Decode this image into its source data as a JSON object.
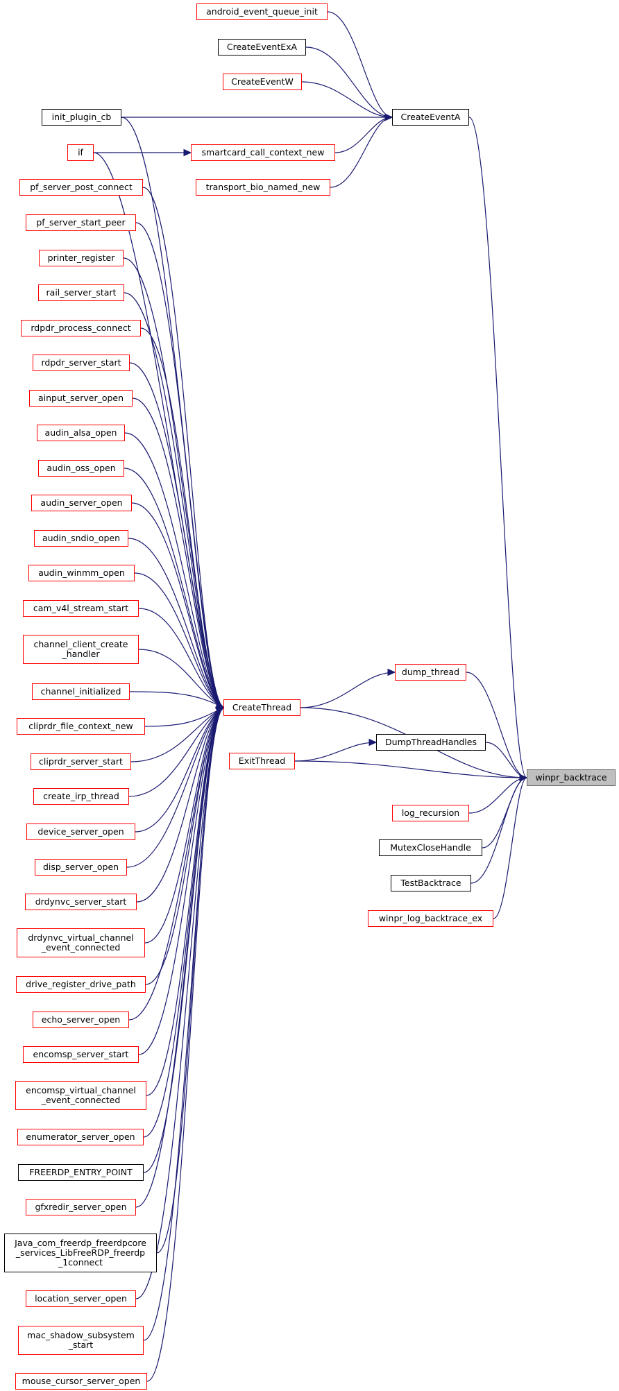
{
  "diagram": {
    "nodes": [
      {
        "id": "android_event_queue_init",
        "label": "android_event_queue_init",
        "status": "red"
      },
      {
        "id": "CreateEventExA",
        "label": "CreateEventExA",
        "status": "black"
      },
      {
        "id": "CreateEventW",
        "label": "CreateEventW",
        "status": "red"
      },
      {
        "id": "init_plugin_cb",
        "label": "init_plugin_cb",
        "status": "black"
      },
      {
        "id": "CreateEventA",
        "label": "CreateEventA",
        "status": "black"
      },
      {
        "id": "if",
        "label": "if",
        "status": "red"
      },
      {
        "id": "smartcard_call_context_new",
        "label": "smartcard_call_context_new",
        "status": "red"
      },
      {
        "id": "transport_bio_named_new",
        "label": "transport_bio_named_new",
        "status": "red"
      },
      {
        "id": "pf_server_post_connect",
        "label": "pf_server_post_connect",
        "status": "red"
      },
      {
        "id": "pf_server_start_peer",
        "label": "pf_server_start_peer",
        "status": "red"
      },
      {
        "id": "printer_register",
        "label": "printer_register",
        "status": "red"
      },
      {
        "id": "rail_server_start",
        "label": "rail_server_start",
        "status": "red"
      },
      {
        "id": "rdpdr_process_connect",
        "label": "rdpdr_process_connect",
        "status": "red"
      },
      {
        "id": "rdpdr_server_start",
        "label": "rdpdr_server_start",
        "status": "red"
      },
      {
        "id": "ainput_server_open",
        "label": "ainput_server_open",
        "status": "red"
      },
      {
        "id": "audin_alsa_open",
        "label": "audin_alsa_open",
        "status": "red"
      },
      {
        "id": "audin_oss_open",
        "label": "audin_oss_open",
        "status": "red"
      },
      {
        "id": "audin_server_open",
        "label": "audin_server_open",
        "status": "red"
      },
      {
        "id": "audin_sndio_open",
        "label": "audin_sndio_open",
        "status": "red"
      },
      {
        "id": "audin_winmm_open",
        "label": "audin_winmm_open",
        "status": "red"
      },
      {
        "id": "cam_v4l_stream_start",
        "label": "cam_v4l_stream_start",
        "status": "red"
      },
      {
        "id": "channel_client_create_handler",
        "label": "channel_client_create\n_handler",
        "status": "red"
      },
      {
        "id": "dump_thread",
        "label": "dump_thread",
        "status": "red"
      },
      {
        "id": "channel_initialized",
        "label": "channel_initialized",
        "status": "red"
      },
      {
        "id": "CreateThread",
        "label": "CreateThread",
        "status": "red"
      },
      {
        "id": "cliprdr_file_context_new",
        "label": "cliprdr_file_context_new",
        "status": "red"
      },
      {
        "id": "DumpThreadHandles",
        "label": "DumpThreadHandles",
        "status": "black"
      },
      {
        "id": "ExitThread",
        "label": "ExitThread",
        "status": "red"
      },
      {
        "id": "cliprdr_server_start",
        "label": "cliprdr_server_start",
        "status": "red"
      },
      {
        "id": "winpr_backtrace",
        "label": "winpr_backtrace",
        "status": "focus"
      },
      {
        "id": "create_irp_thread",
        "label": "create_irp_thread",
        "status": "red"
      },
      {
        "id": "log_recursion",
        "label": "log_recursion",
        "status": "red"
      },
      {
        "id": "device_server_open",
        "label": "device_server_open",
        "status": "red"
      },
      {
        "id": "MutexCloseHandle",
        "label": "MutexCloseHandle",
        "status": "black"
      },
      {
        "id": "disp_server_open",
        "label": "disp_server_open",
        "status": "red"
      },
      {
        "id": "TestBacktrace",
        "label": "TestBacktrace",
        "status": "black"
      },
      {
        "id": "drdynvc_server_start",
        "label": "drdynvc_server_start",
        "status": "red"
      },
      {
        "id": "winpr_log_backtrace_ex",
        "label": "winpr_log_backtrace_ex",
        "status": "red"
      },
      {
        "id": "drdynvc_virtual_channel_event_connected",
        "label": "drdynvc_virtual_channel\n_event_connected",
        "status": "red"
      },
      {
        "id": "drive_register_drive_path",
        "label": "drive_register_drive_path",
        "status": "red"
      },
      {
        "id": "echo_server_open",
        "label": "echo_server_open",
        "status": "red"
      },
      {
        "id": "encomsp_server_start",
        "label": "encomsp_server_start",
        "status": "red"
      },
      {
        "id": "encomsp_virtual_channel_event_connected",
        "label": "encomsp_virtual_channel\n_event_connected",
        "status": "red"
      },
      {
        "id": "enumerator_server_open",
        "label": "enumerator_server_open",
        "status": "red"
      },
      {
        "id": "FREERDP_ENTRY_POINT",
        "label": "FREERDP_ENTRY_POINT",
        "status": "black"
      },
      {
        "id": "gfxredir_server_open",
        "label": "gfxredir_server_open",
        "status": "red"
      },
      {
        "id": "Java_com_freerdp_freerdpcore_services_LibFreeRDP_freerdp_1connect",
        "label": "Java_com_freerdp_freerdpcore\n_services_LibFreeRDP_freerdp\n_1connect",
        "status": "black"
      },
      {
        "id": "location_server_open",
        "label": "location_server_open",
        "status": "red"
      },
      {
        "id": "mac_shadow_subsystem_start",
        "label": "mac_shadow_subsystem\n_start",
        "status": "red"
      },
      {
        "id": "mouse_cursor_server_open",
        "label": "mouse_cursor_server_open",
        "status": "red"
      }
    ],
    "edges": [
      [
        "android_event_queue_init",
        "CreateEventA"
      ],
      [
        "CreateEventExA",
        "CreateEventA"
      ],
      [
        "CreateEventW",
        "CreateEventA"
      ],
      [
        "init_plugin_cb",
        "CreateEventA"
      ],
      [
        "smartcard_call_context_new",
        "CreateEventA"
      ],
      [
        "transport_bio_named_new",
        "CreateEventA"
      ],
      [
        "if",
        "smartcard_call_context_new"
      ],
      [
        "init_plugin_cb",
        "CreateThread"
      ],
      [
        "if",
        "CreateThread"
      ],
      [
        "pf_server_post_connect",
        "CreateThread"
      ],
      [
        "pf_server_start_peer",
        "CreateThread"
      ],
      [
        "printer_register",
        "CreateThread"
      ],
      [
        "rail_server_start",
        "CreateThread"
      ],
      [
        "rdpdr_process_connect",
        "CreateThread"
      ],
      [
        "rdpdr_server_start",
        "CreateThread"
      ],
      [
        "ainput_server_open",
        "CreateThread"
      ],
      [
        "audin_alsa_open",
        "CreateThread"
      ],
      [
        "audin_oss_open",
        "CreateThread"
      ],
      [
        "audin_server_open",
        "CreateThread"
      ],
      [
        "audin_sndio_open",
        "CreateThread"
      ],
      [
        "audin_winmm_open",
        "CreateThread"
      ],
      [
        "cam_v4l_stream_start",
        "CreateThread"
      ],
      [
        "channel_client_create_handler",
        "CreateThread"
      ],
      [
        "channel_initialized",
        "CreateThread"
      ],
      [
        "cliprdr_file_context_new",
        "CreateThread"
      ],
      [
        "cliprdr_server_start",
        "CreateThread"
      ],
      [
        "create_irp_thread",
        "CreateThread"
      ],
      [
        "device_server_open",
        "CreateThread"
      ],
      [
        "disp_server_open",
        "CreateThread"
      ],
      [
        "drdynvc_server_start",
        "CreateThread"
      ],
      [
        "drdynvc_virtual_channel_event_connected",
        "CreateThread"
      ],
      [
        "drive_register_drive_path",
        "CreateThread"
      ],
      [
        "echo_server_open",
        "CreateThread"
      ],
      [
        "encomsp_server_start",
        "CreateThread"
      ],
      [
        "encomsp_virtual_channel_event_connected",
        "CreateThread"
      ],
      [
        "enumerator_server_open",
        "CreateThread"
      ],
      [
        "FREERDP_ENTRY_POINT",
        "CreateThread"
      ],
      [
        "gfxredir_server_open",
        "CreateThread"
      ],
      [
        "Java_com_freerdp_freerdpcore_services_LibFreeRDP_freerdp_1connect",
        "CreateThread"
      ],
      [
        "location_server_open",
        "CreateThread"
      ],
      [
        "mac_shadow_subsystem_start",
        "CreateThread"
      ],
      [
        "mouse_cursor_server_open",
        "CreateThread"
      ],
      [
        "CreateThread",
        "dump_thread"
      ],
      [
        "ExitThread",
        "DumpThreadHandles"
      ],
      [
        "CreateEventA",
        "winpr_backtrace"
      ],
      [
        "dump_thread",
        "winpr_backtrace"
      ],
      [
        "CreateThread",
        "winpr_backtrace"
      ],
      [
        "DumpThreadHandles",
        "winpr_backtrace"
      ],
      [
        "ExitThread",
        "winpr_backtrace"
      ],
      [
        "log_recursion",
        "winpr_backtrace"
      ],
      [
        "MutexCloseHandle",
        "winpr_backtrace"
      ],
      [
        "TestBacktrace",
        "winpr_backtrace"
      ],
      [
        "winpr_log_backtrace_ex",
        "winpr_backtrace"
      ]
    ]
  },
  "colors": {
    "edge": "#191970",
    "red_border": "#ff0000",
    "black_border": "#000000",
    "focus_fill": "#bfbfbf",
    "focus_border": "#666666"
  }
}
